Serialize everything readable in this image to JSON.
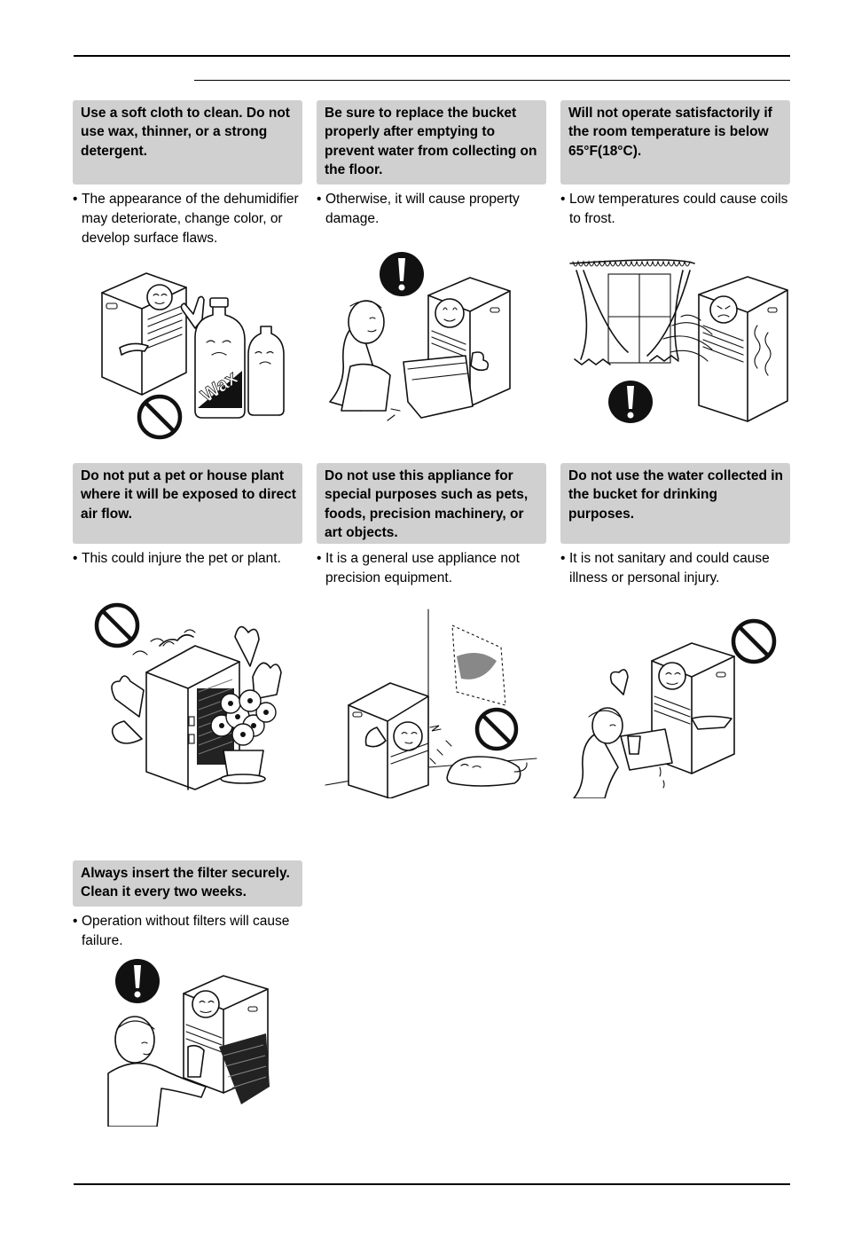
{
  "cards": [
    {
      "heading": "Use a soft cloth to clean. Do not use wax, thinner, or a strong detergent.",
      "bullet": "•",
      "text": "The appearance of the dehumidifier may deteriorate, change color, or develop surface flaws.",
      "bottle_label": "Wax",
      "symbol": "prohibition-icon"
    },
    {
      "heading": "Be sure to replace the bucket properly after emptying to prevent water from collecting on the floor.",
      "bullet": "•",
      "text": "Otherwise, it will cause property damage.",
      "symbol": "caution-exclamation-icon"
    },
    {
      "heading": "Will not operate satisfactorily if the room temperature is below 65°F(18°C).",
      "bullet": "•",
      "text": "Low temperatures could cause coils to frost.",
      "symbol": "caution-exclamation-icon"
    },
    {
      "heading": "Do not put a pet or house plant where it will be exposed to direct air flow.",
      "bullet": "•",
      "text": "This could injure the pet or plant.",
      "symbol": "prohibition-icon"
    },
    {
      "heading": "Do not use this appliance for special purposes such as pets, foods, precision machinery, or art objects.",
      "bullet": "•",
      "text": "It is a general use appliance not precision equipment.",
      "symbol": "prohibition-icon"
    },
    {
      "heading": "Do not use the water collected in the bucket for drinking purposes.",
      "bullet": "•",
      "text": "It is not sanitary and could cause illness or personal injury.",
      "symbol": "prohibition-icon"
    },
    {
      "heading": "Always insert the filter securely. Clean it every two weeks.",
      "bullet": "•",
      "text": "Operation without filters will cause failure.",
      "symbol": "caution-exclamation-icon"
    }
  ]
}
